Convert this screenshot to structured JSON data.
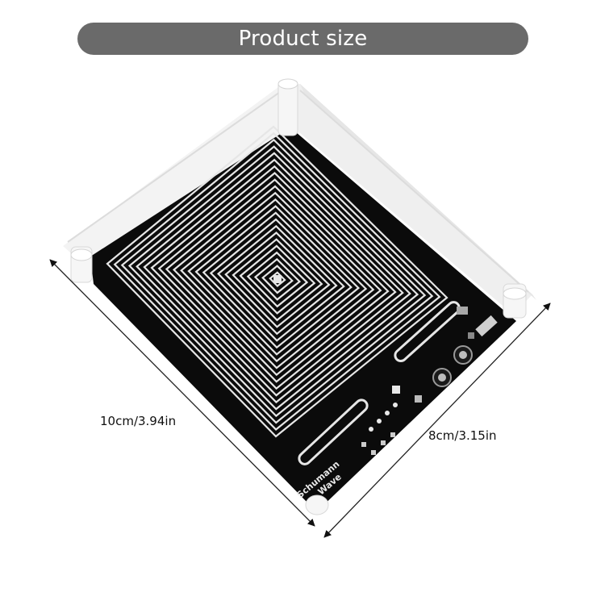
{
  "banner": {
    "title": "Product size"
  },
  "dimensions": {
    "length_label": "10cm/3.94in",
    "width_label": "8cm/3.15in"
  },
  "board": {
    "brand_line1": "Schumann",
    "brand_line2": "Wave"
  },
  "colors": {
    "banner": "#6a6a6a",
    "pcb": "#0b0b0b",
    "trace": "#e6e6e6",
    "acrylic": "#f2f2f2"
  }
}
